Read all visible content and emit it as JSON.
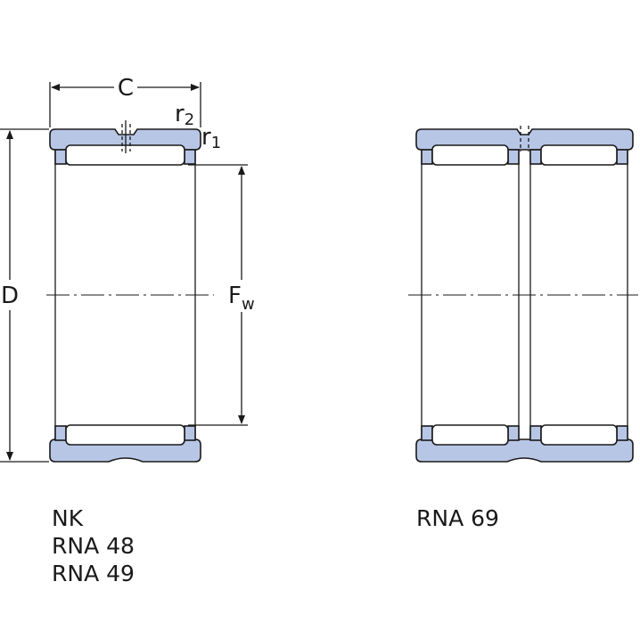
{
  "colors": {
    "ring_fill": "#b8c6e6",
    "line": "#1a1a1a",
    "background": "#ffffff"
  },
  "dimensions": {
    "C": "C",
    "r2_base": "r",
    "r2_sub": "2",
    "r1_base": "r",
    "r1_sub": "1",
    "D": "D",
    "Fw_base": "F",
    "Fw_sub": "w"
  },
  "captions": {
    "left": [
      "NK",
      "RNA 48",
      "RNA 49"
    ],
    "right": [
      "RNA 69"
    ]
  }
}
